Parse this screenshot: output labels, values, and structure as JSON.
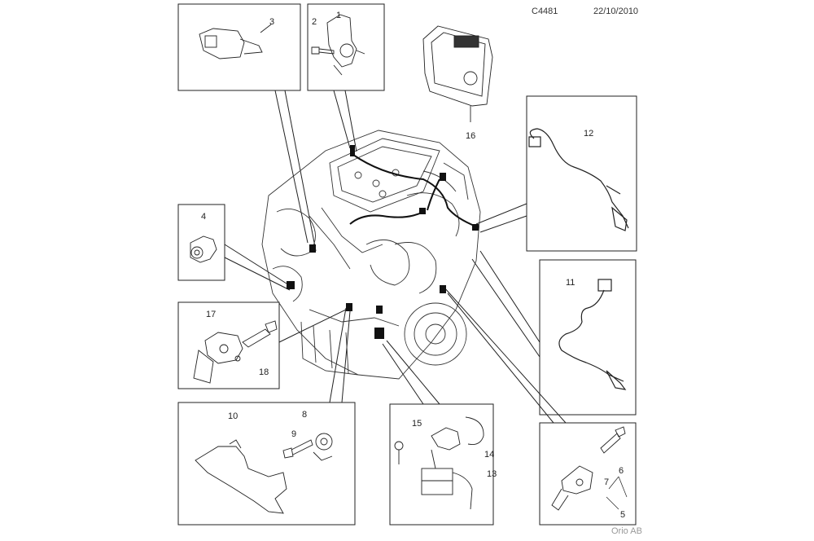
{
  "header": {
    "drawing_code": "C4481",
    "date": "22/10/2010"
  },
  "footer": {
    "publisher": "Orio AB"
  },
  "callouts": {
    "c1": "1",
    "c2": "2",
    "c3": "3",
    "c4": "4",
    "c5": "5",
    "c6": "6",
    "c7": "7",
    "c8": "8",
    "c9": "9",
    "c10": "10",
    "c11": "11",
    "c12": "12",
    "c13": "13",
    "c14": "14",
    "c15": "15",
    "c16": "16",
    "c17": "17",
    "c18": "18"
  }
}
